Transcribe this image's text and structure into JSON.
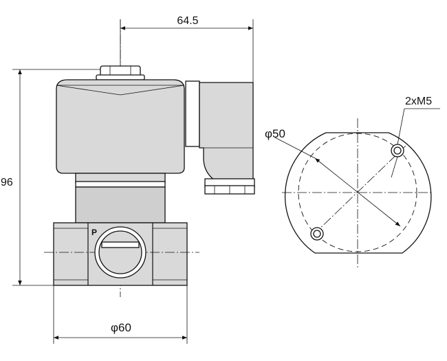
{
  "dimensions": {
    "top_width": "64.5",
    "height": "96",
    "bottom_width": "φ60",
    "bolt_circle": "φ50",
    "thread": "2xM5"
  },
  "labels": {
    "port": "P"
  }
}
